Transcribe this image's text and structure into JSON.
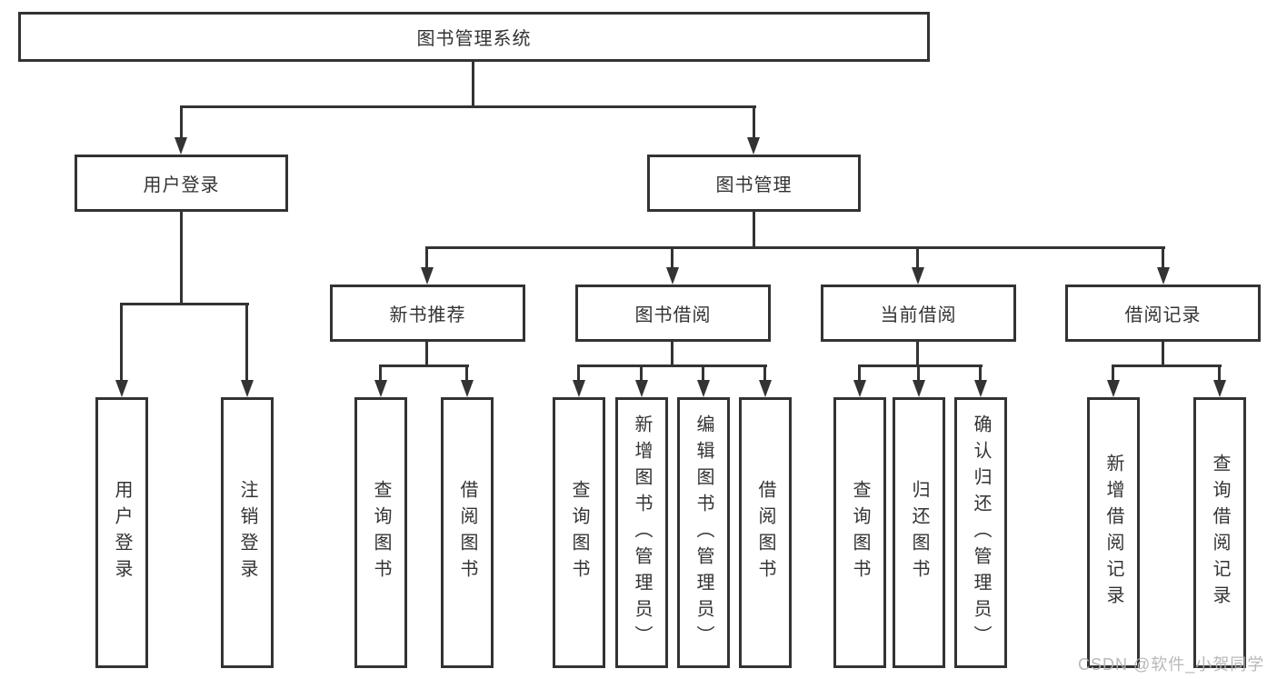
{
  "tree": {
    "root": {
      "label": "图书管理系统"
    },
    "branches": [
      {
        "label": "用户登录",
        "children": [
          {
            "label": "用户登录"
          },
          {
            "label": "注销登录"
          }
        ]
      },
      {
        "label": "图书管理",
        "children": [
          {
            "label": "新书推荐",
            "children": [
              {
                "label": "查询图书"
              },
              {
                "label": "借阅图书"
              }
            ]
          },
          {
            "label": "图书借阅",
            "children": [
              {
                "label": "查询图书"
              },
              {
                "label": "新增图书（管理员）"
              },
              {
                "label": "编辑图书（管理员）"
              },
              {
                "label": "借阅图书"
              }
            ]
          },
          {
            "label": "当前借阅",
            "children": [
              {
                "label": "查询图书"
              },
              {
                "label": "归还图书"
              },
              {
                "label": "确认归还（管理员）"
              }
            ]
          },
          {
            "label": "借阅记录",
            "children": [
              {
                "label": "新增借阅记录"
              },
              {
                "label": "查询借阅记录"
              }
            ]
          }
        ]
      }
    ]
  },
  "watermark": {
    "text": "CSDN @软件_小贺同学",
    "color": "#b3b3b3"
  },
  "colors": {
    "line": "#333333",
    "text": "#333333",
    "background": "#ffffff"
  }
}
